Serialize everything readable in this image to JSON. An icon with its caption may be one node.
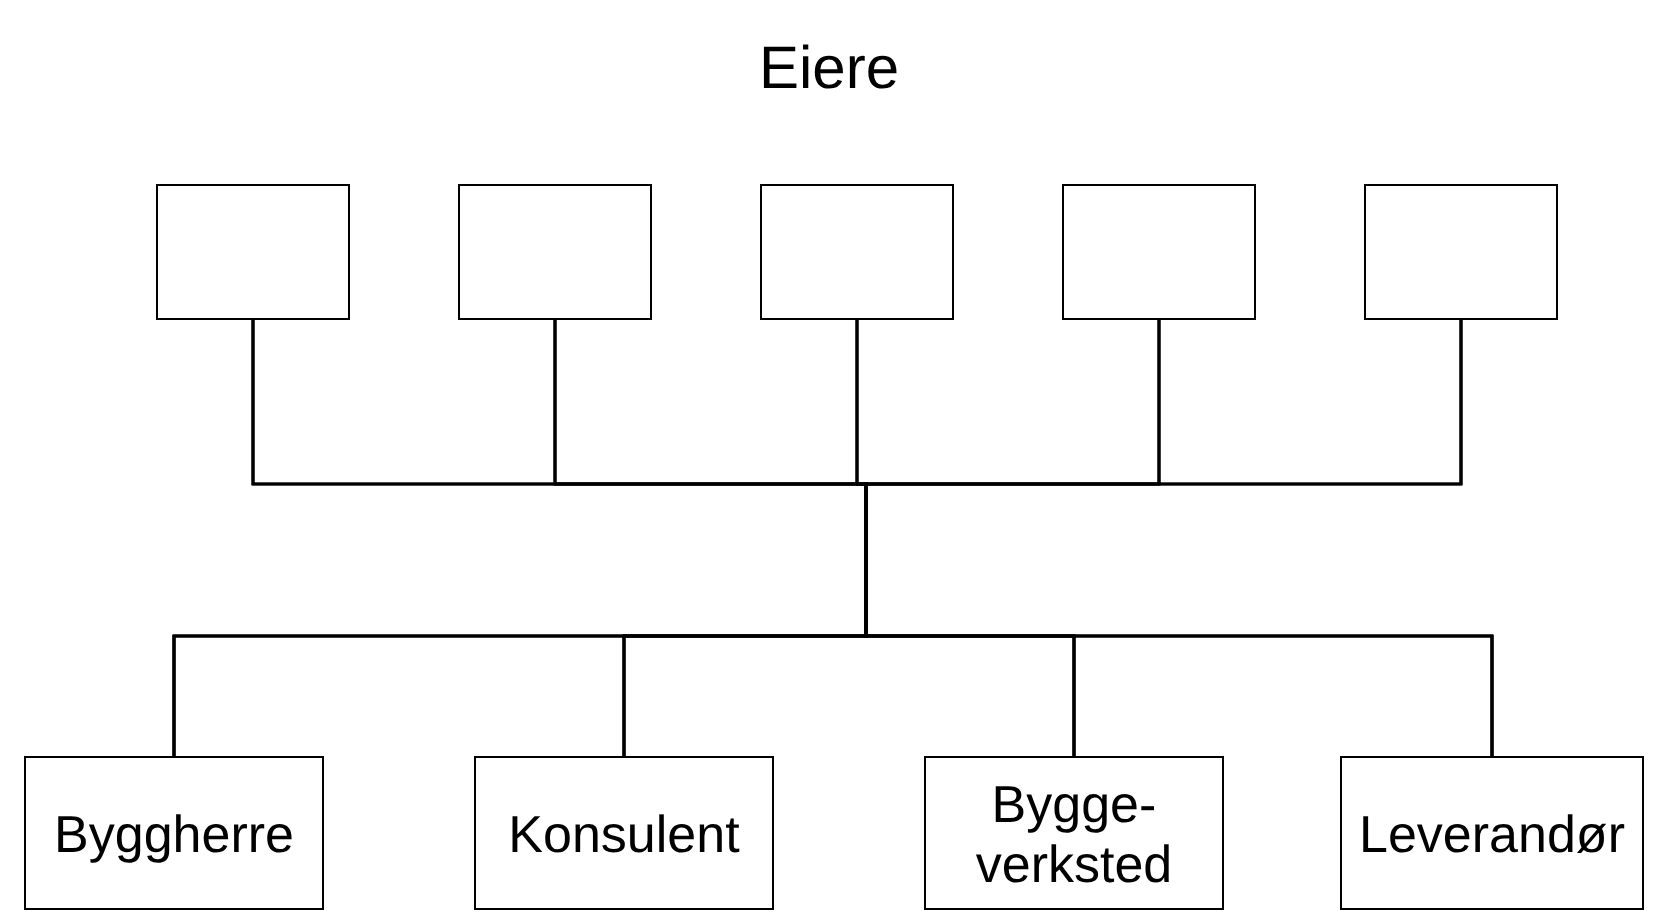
{
  "diagram": {
    "title": "Eiere",
    "nodes": [
      {
        "text": [],
        "shape": "box"
      },
      {
        "text": [],
        "shape": "box"
      },
      {
        "text": [],
        "shape": "box"
      },
      {
        "text": [],
        "shape": "box"
      },
      {
        "text": [],
        "shape": "box"
      },
      {
        "text": [
          "Byggherre"
        ]
      },
      {
        "text": [
          "Konsulent"
        ]
      },
      {
        "text": [
          "Bygge- verksted"
        ]
      },
      {
        "text": [
          "Leverandør"
        ]
      }
    ],
    "edges": [
      {
        "from": 0,
        "to": 5,
        "arrow": "none"
      },
      {
        "from": 0,
        "to": 6,
        "arrow": "none"
      },
      {
        "from": 0,
        "to": 7,
        "arrow": "none"
      },
      {
        "from": 0,
        "to": 8,
        "arrow": "none"
      },
      {
        "from": 1,
        "to": 5,
        "arrow": "none"
      },
      {
        "from": 1,
        "to": 6,
        "arrow": "none"
      },
      {
        "from": 1,
        "to": 7,
        "arrow": "none"
      },
      {
        "from": 1,
        "to": 8,
        "arrow": "none"
      },
      {
        "from": 2,
        "to": 5,
        "arrow": "none"
      },
      {
        "from": 2,
        "to": 6,
        "arrow": "none"
      },
      {
        "from": 2,
        "to": 7,
        "arrow": "none"
      },
      {
        "from": 2,
        "to": 8,
        "arrow": "none"
      },
      {
        "from": 3,
        "to": 5,
        "arrow": "none"
      },
      {
        "from": 3,
        "to": 6,
        "arrow": "none"
      },
      {
        "from": 3,
        "to": 7,
        "arrow": "none"
      },
      {
        "from": 3,
        "to": 8,
        "arrow": "none"
      },
      {
        "from": 4,
        "to": 5,
        "arrow": "none"
      },
      {
        "from": 4,
        "to": 6,
        "arrow": "none"
      },
      {
        "from": 4,
        "to": 7,
        "arrow": "none"
      },
      {
        "from": 4,
        "to": 8,
        "arrow": "none"
      }
    ]
  }
}
